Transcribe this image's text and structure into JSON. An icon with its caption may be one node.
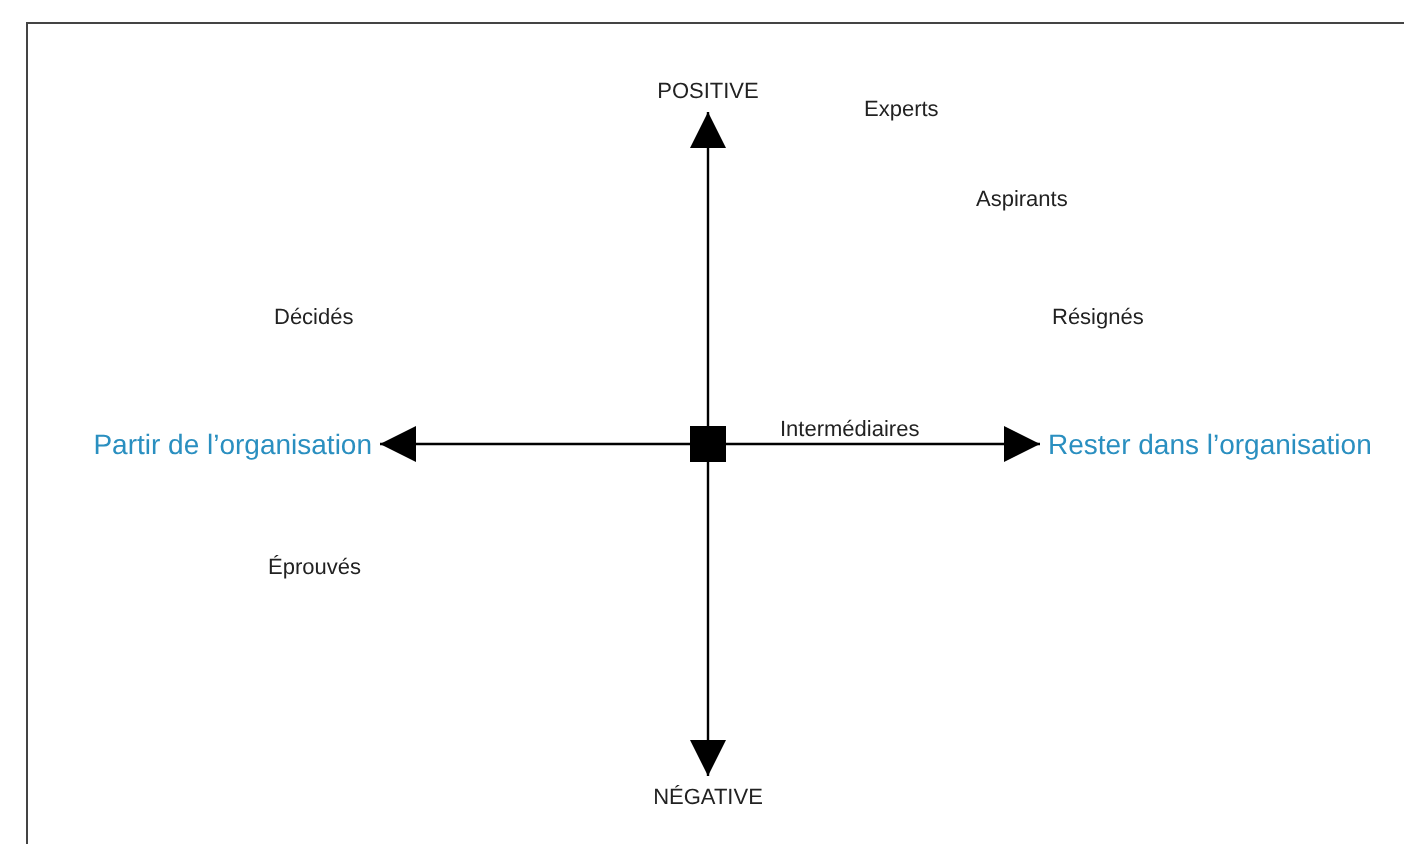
{
  "diagram": {
    "nodes": [
      {
        "text": [],
        "shape": "box"
      },
      {
        "text": [
          "POSITIVE"
        ]
      },
      {
        "text": [
          "Partir de l’organisation"
        ]
      },
      {
        "text": [
          "Rester dans l’organisation"
        ]
      },
      {
        "text": [
          "NÉGATIVE"
        ]
      }
    ],
    "edges": [
      {
        "from": 0,
        "to": 1,
        "arrow": "to"
      },
      {
        "from": 0,
        "to": 2,
        "arrow": "to"
      },
      {
        "from": 0,
        "to": 3,
        "arrow": "to"
      },
      {
        "from": 0,
        "to": 4,
        "arrow": "to"
      }
    ],
    "labels": [
      "Experts",
      "Aspirants",
      "Décidés",
      "Résignés",
      "Intermédiaires",
      "Éprouvés"
    ]
  }
}
